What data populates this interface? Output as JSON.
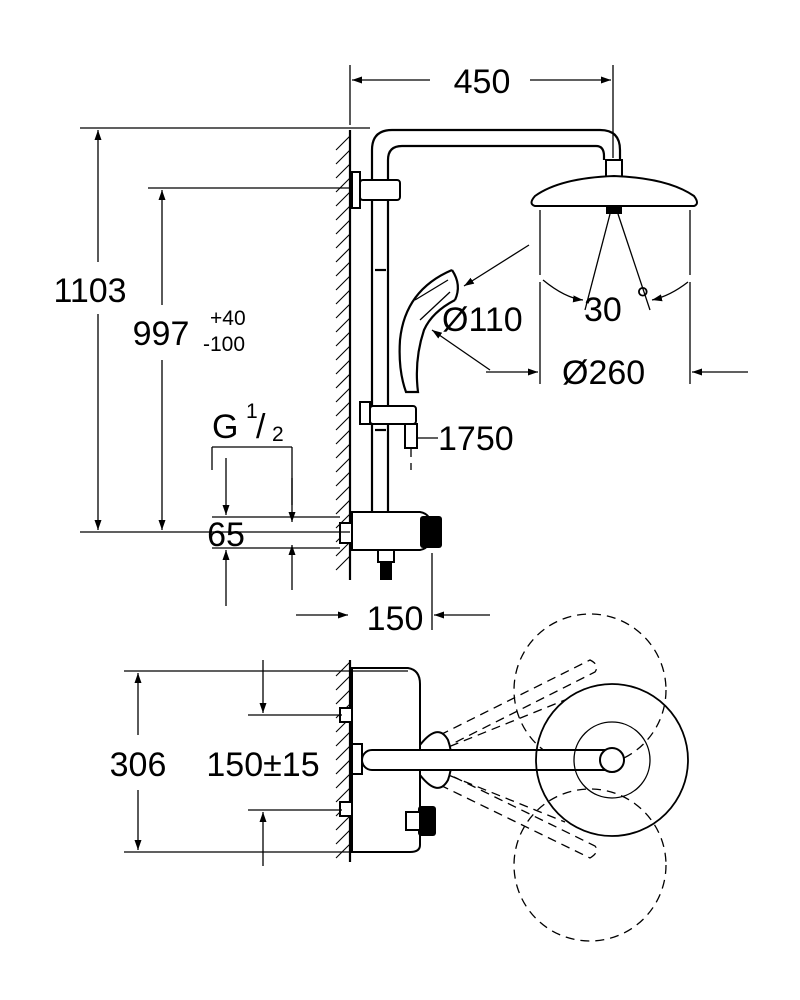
{
  "dimensions": {
    "width_top": "450",
    "height_total": "1103",
    "height_mixer": "997",
    "tol_plus": "+40",
    "tol_minus": "-100",
    "hand_shower_dia": "Ø110",
    "head_shower_dia": "Ø260",
    "tilt_angle": "30",
    "degree_symbol": "°",
    "hose_length": "1750",
    "thread_g": "G",
    "thread_num": "1",
    "thread_slash": "/",
    "thread_den": "2",
    "mixer_gap": "65",
    "projection_mixer": "150",
    "depth_plan": "306",
    "spacing_plan": "150±15"
  }
}
